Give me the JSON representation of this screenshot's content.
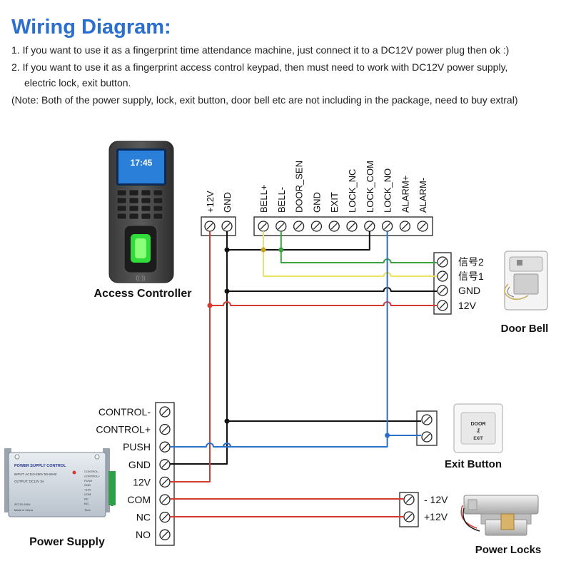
{
  "title": "Wiring Diagram:",
  "notes": [
    "1. If you want to use it as a fingerprint time attendance machine, just connect it to a DC12V power plug then ok :)",
    "2. If you want to use it as a fingerprint access control keypad, then must need to work with DC12V power supply,",
    "electric lock, exit button.",
    "(Note: Both of the power supply, lock, exit button, door bell etc are not including in the package, need to buy extral)"
  ],
  "devices": {
    "access_controller": "Access Controller",
    "door_bell": "Door Bell",
    "exit_button": "Exit Button",
    "power_supply": "Power Supply",
    "power_locks": "Power Locks"
  },
  "screen_time": "17:45",
  "exit_button_text": {
    "top": "DOOR",
    "bottom": "EXIT"
  },
  "power_supply_box": {
    "title": "POWER SUPPLY CONTROL",
    "input": "INPUT: AC110-260V 50-60HZ",
    "output": "OUTPUT: DC12V 3A",
    "ac": "AC110-260V",
    "made": "Made in China",
    "terminals": [
      "CONTROL-",
      "CONTROL+",
      "PUSH",
      "GND",
      "+12V",
      "COM",
      "NC",
      "NO"
    ],
    "time": "Time"
  },
  "power_terminals": [
    "+12V",
    "GND"
  ],
  "main_terminals": [
    "BELL+",
    "BELL-",
    "DOOR_SEN",
    "GND",
    "EXIT",
    "LOCK_NC",
    "LOCK_COM",
    "LOCK_NO",
    "ALARM+",
    "ALARM-"
  ],
  "doorbell_terminals": [
    "信号2",
    "信号1",
    "GND",
    "12V"
  ],
  "psu_terminals": [
    "CONTROL-",
    "CONTROL+",
    "PUSH",
    "GND",
    "12V",
    "COM",
    "NC",
    "NO"
  ],
  "lock_terminals": [
    "- 12V",
    "+12V"
  ],
  "colors": {
    "title": "#2a6fce",
    "red": "#d63a2f",
    "blue": "#2a6fce",
    "yellow": "#ece060",
    "green": "#3aa040",
    "black": "#111111"
  }
}
